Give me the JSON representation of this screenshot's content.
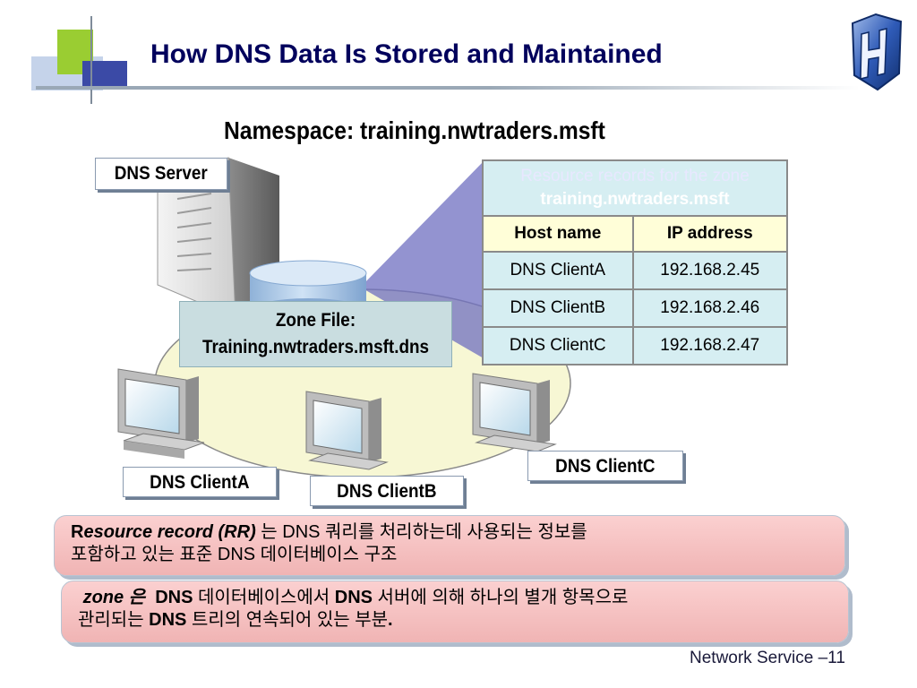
{
  "header": {
    "title": "How DNS Data Is Stored and Maintained"
  },
  "diagram": {
    "namespace": "Namespace: training.nwtraders.msft",
    "dns_server_label": "DNS Server",
    "zone_file_line1": "Zone File:",
    "zone_file_line2": "Training.nwtraders.msft.dns",
    "clients": [
      "DNS ClientA",
      "DNS ClientB",
      "DNS ClientC"
    ],
    "table": {
      "caption_line1": "Resource records for the zone",
      "caption_line2": "training.nwtraders.msft",
      "headers": [
        "Host name",
        "IP address"
      ],
      "rows": [
        [
          "DNS ClientA",
          "192.168.2.45"
        ],
        [
          "DNS ClientB",
          "192.168.2.46"
        ],
        [
          "DNS ClientC",
          "192.168.2.47"
        ]
      ]
    }
  },
  "notes": {
    "rr": {
      "term_r": "R",
      "term_rest": "esource record (RR)",
      "line1_rest": " 는 DNS 쿼리를 처리하는데 사용되는 정보를",
      "line2": "포함하고 있는 표준 DNS 데이터베이스 구조"
    },
    "zone": {
      "term": "zone 은",
      "line1_a": "DNS",
      "line1_b": " 데이터베이스에서 ",
      "line1_c": "DNS",
      "line1_d": " 서버에 의해 하나의 별개 항목으로",
      "line2_a": "관리되는 ",
      "line2_b": "DNS",
      "line2_c": " 트리의 연속되어 있는 부분",
      "line2_d": "."
    }
  },
  "footer": {
    "text": "Network Service –11"
  },
  "colors": {
    "title": "#00005c",
    "table_caption_bg": "#28289a",
    "table_header_bg": "#fffed8",
    "table_cell_bg": "#d6eef2",
    "note_bg": "#f5c0c0",
    "ellipse": "#f7f7d4"
  },
  "icons": [
    "server-icon",
    "database-cylinder-icon",
    "computer-icon",
    "logo-shield-icon"
  ]
}
